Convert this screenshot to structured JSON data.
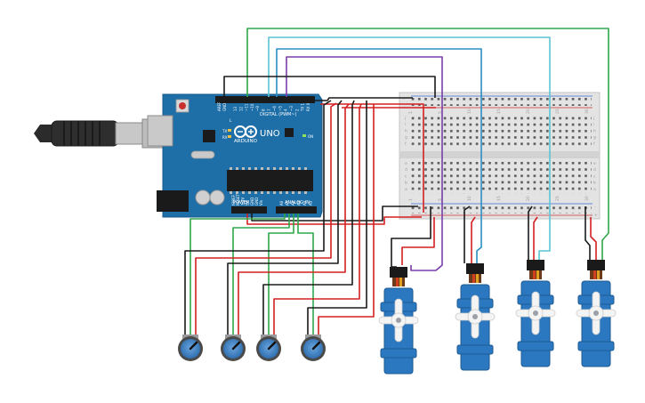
{
  "board": {
    "brand": "ARDUINO",
    "model": "UNO",
    "digital_header": "DIGITAL (PWM~)",
    "power_header": "POWER",
    "analog_header": "ANALOG IN",
    "led_l": "L",
    "led_tx": "TX",
    "led_rx": "RX",
    "led_on": "ON",
    "aref": "AREF",
    "gnd": "GND",
    "digital_pins": [
      "13",
      "12",
      "~11",
      "~10",
      "~9",
      "8",
      "7",
      "~6",
      "~5",
      "4",
      "~3",
      "2",
      "TX 1",
      "RX 0"
    ],
    "power_pins": [
      "IOREF",
      "RESET",
      "3.3V",
      "5V",
      "GND",
      "GND",
      "Vin"
    ],
    "analog_pins": [
      "A0",
      "A1",
      "A2",
      "A3",
      "A4",
      "A5"
    ]
  },
  "breadboard": {
    "row_letters_top": [
      "j",
      "i",
      "h",
      "g",
      "f"
    ],
    "row_letters_bottom": [
      "e",
      "d",
      "c",
      "b",
      "a"
    ],
    "rail_plus": "+",
    "rail_minus": "-",
    "columns": [
      "1",
      "5",
      "10",
      "15",
      "20",
      "25",
      "30"
    ]
  },
  "colors": {
    "board": "#1e6fa8",
    "board_dark": "#175a8a",
    "wire_black": "#1a1a1a",
    "wire_red": "#d42020",
    "wire_green": "#2fa84a",
    "wire_cyan": "#5cc4d6",
    "wire_blue": "#2a8fc2",
    "wire_purple": "#7a3ea8",
    "servo": "#2b78c0",
    "knob": "#3d7fc4"
  },
  "components": {
    "potentiometers": 4,
    "servos": 4
  }
}
